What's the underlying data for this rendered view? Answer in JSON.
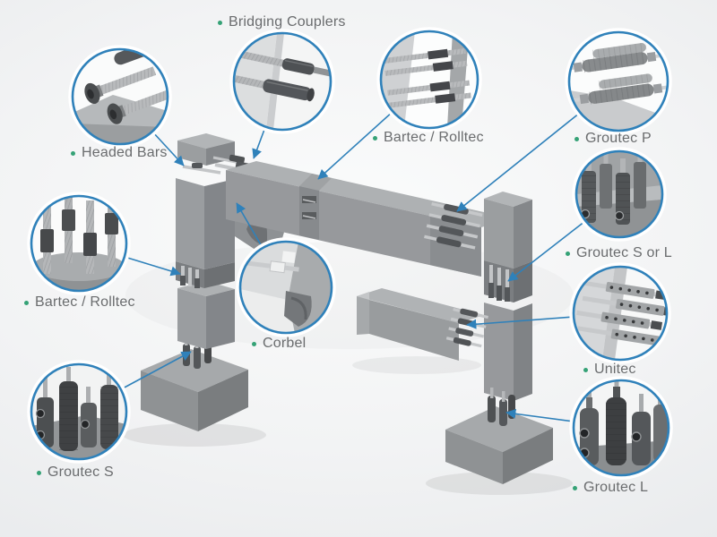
{
  "diagram": {
    "type": "precast-concrete-coupler-callout-diagram",
    "colors": {
      "accent_blue": "#2f81ba",
      "bullet_green": "#35a276",
      "label_text": "#6a6c6e",
      "concrete_light": "#aeb1b3",
      "concrete_mid": "#9a9da0",
      "concrete_dark": "#83868a"
    },
    "labels": [
      {
        "id": "bridging-couplers",
        "text": "Bridging Couplers"
      },
      {
        "id": "headed-bars",
        "text": "Headed Bars"
      },
      {
        "id": "bartec-rolltec-top",
        "text": "Bartec / Rolltec"
      },
      {
        "id": "groutec-p",
        "text": "Groutec P"
      },
      {
        "id": "groutec-s-or-l",
        "text": "Groutec S or L"
      },
      {
        "id": "unitec",
        "text": "Unitec"
      },
      {
        "id": "groutec-l",
        "text": "Groutec L"
      },
      {
        "id": "groutec-s",
        "text": "Groutec S"
      },
      {
        "id": "bartec-rolltec-left",
        "text": "Bartec / Rolltec"
      },
      {
        "id": "corbel",
        "text": "Corbel"
      }
    ]
  }
}
